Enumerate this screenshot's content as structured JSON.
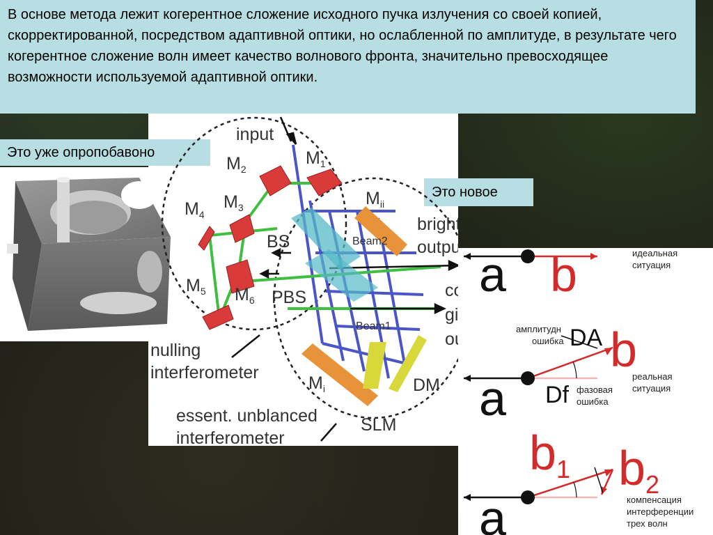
{
  "main_text": "В основе метода лежит когерентное сложение исходного пучка излучения со своей копией, скорректированной, посредством адаптивной оптики, но ослабленной по амплитуде, в результате чего когерентное сложение волн имеет качество волнового фронта, значительно превосходящее возможности используемой адаптивной оптики.",
  "old_label": "Это уже опропобавоно",
  "new_label": "Это новое",
  "diagram": {
    "input": "input",
    "m1": "M",
    "m1_sub": "1",
    "m2": "M",
    "m2_sub": "2",
    "m3": "M",
    "m3_sub": "3",
    "m4": "M",
    "m4_sub": "4",
    "m5": "M",
    "m5_sub": "5",
    "m6": "M",
    "m6_sub": "6",
    "mi": "M",
    "mi_sub": "i",
    "mii": "M",
    "mii_sub": "ii",
    "bs": "BS",
    "pbs": "PBS",
    "beam1": "Beam1",
    "beam2": "Beam2",
    "bright1": "bright",
    "bright2": "output",
    "comb1": "co",
    "comb2": "gi",
    "comb3": "ou",
    "dm": "DM",
    "slm": "SLM",
    "nulling1": "nulling",
    "nulling2": "interferometer",
    "essent1": "essent. unblanced",
    "essent2": "interferometer"
  },
  "vectors": {
    "a": "a",
    "b": "b",
    "b1": "b",
    "b1_sub": "1",
    "b2": "b",
    "b2_sub": "2",
    "da": "DA",
    "df": "Df",
    "ideal1": "идеальная",
    "ideal2": "ситуация",
    "amp1": "амплитудн",
    "amp2": "ошибка",
    "phase1": "фазовая",
    "phase2": "ошибка",
    "real1": "реальная",
    "real2": "ситуация",
    "comp1": "компенсация",
    "comp2": "интерференции",
    "comp3": "трех волн"
  },
  "colors": {
    "text_box": "#b7dfe3",
    "mirror_red": "#d93a3a",
    "beam_green": "#3fbf3f",
    "beam_blue": "#4a56c8",
    "bs_cyan": "#55b9c7",
    "mirror_orange": "#e8923a",
    "dm_yellow": "#d8d83a",
    "vector_red": "#d42a2a"
  }
}
